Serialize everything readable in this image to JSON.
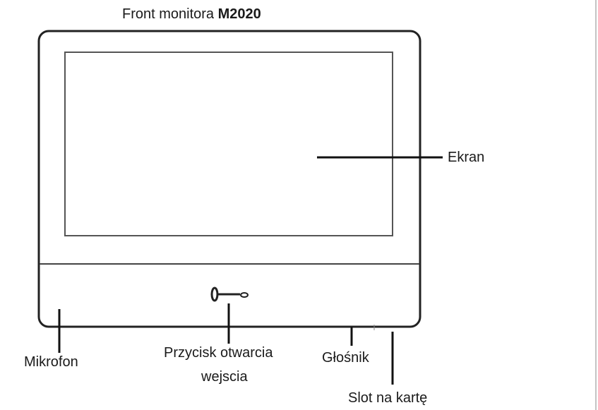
{
  "title": {
    "text": "Front monitora ",
    "model": "M2020"
  },
  "labels": {
    "screen": "Ekran",
    "microphone": "Mikrofon",
    "door_button_line1": "Przycisk otwarcia",
    "door_button_line2": "wejscia",
    "speaker": "Głośnik",
    "card_slot": "Slot na kartę"
  },
  "icons": {
    "door_button": "key-icon"
  }
}
